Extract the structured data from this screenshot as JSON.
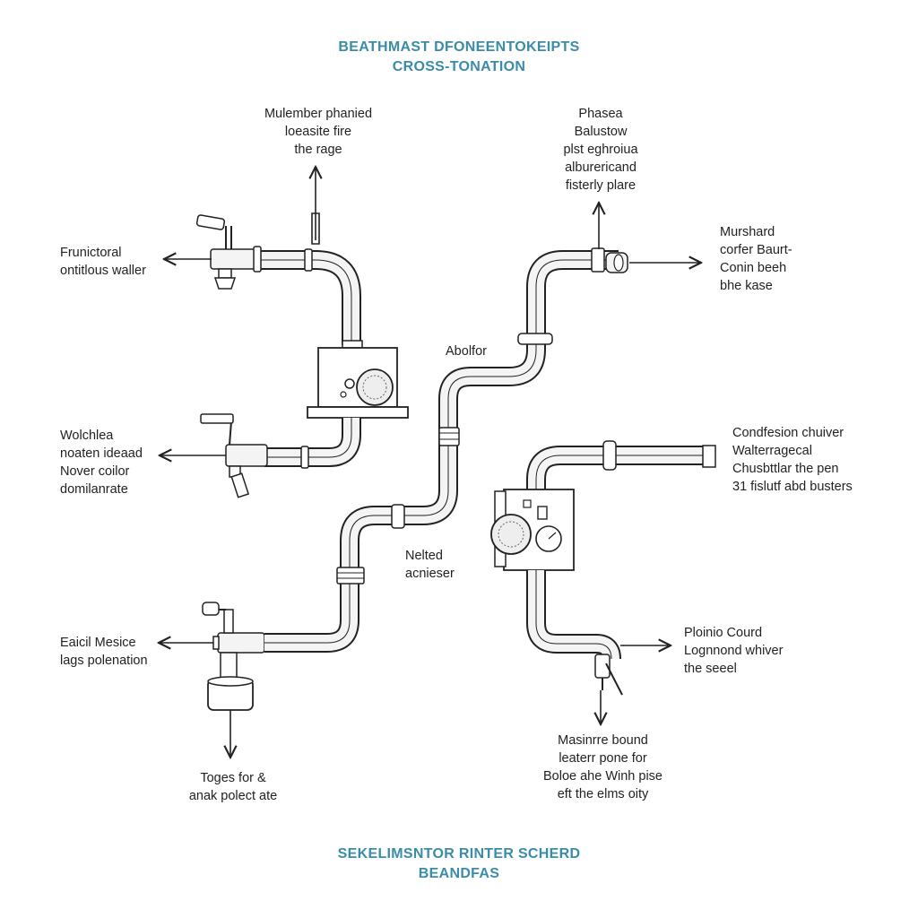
{
  "diagram": {
    "title_lines": [
      "BEATHMAST DFONEENTOKEIPTS",
      "CROSS-TONATION"
    ],
    "footer_lines": [
      "SEKELIMSNTOR RINTER SCHERD",
      "BEANDFAS"
    ],
    "labels": {
      "top_center": [
        "Mulember phanied",
        "loeasite fire",
        "the rage"
      ],
      "top_right": [
        "Phasea",
        "Balustow",
        "plst eghroiua",
        "alburericand",
        "fisterly plare"
      ],
      "right_upper": [
        "Murshard",
        "corfer Baurt-",
        "Conin beeh",
        "bhe kase"
      ],
      "left_upper": [
        "Frunictoral",
        "ontitlous waller"
      ],
      "center_upper": [
        "Abolfor"
      ],
      "left_middle": [
        "Wolchlea",
        "noaten ideaad",
        "Nover coilor",
        "domilanrate"
      ],
      "right_middle": [
        "Condfesion chuiver",
        "Walterragecal",
        "Chusbttlar the pen",
        "31 fislutf abd busters"
      ],
      "center_lower": [
        "Nelted",
        "acnieser"
      ],
      "left_lower": [
        "Eaicil Mesice",
        "lags polenation"
      ],
      "right_lower": [
        "Ploinio Courd",
        "Lognnond whiver",
        "the seeel"
      ],
      "bottom_left": [
        "Toges for &",
        "anak polect ate"
      ],
      "bottom_right": [
        "Masinrre bound",
        "leaterr pone for",
        "Boloe ahe Winh pise",
        "eft the elms oity"
      ]
    }
  },
  "colors": {
    "title": "#3a8ca8",
    "ink": "#222222",
    "pipe_fill": "#f4f4f4",
    "gauge_fill": "#eeeeee"
  }
}
